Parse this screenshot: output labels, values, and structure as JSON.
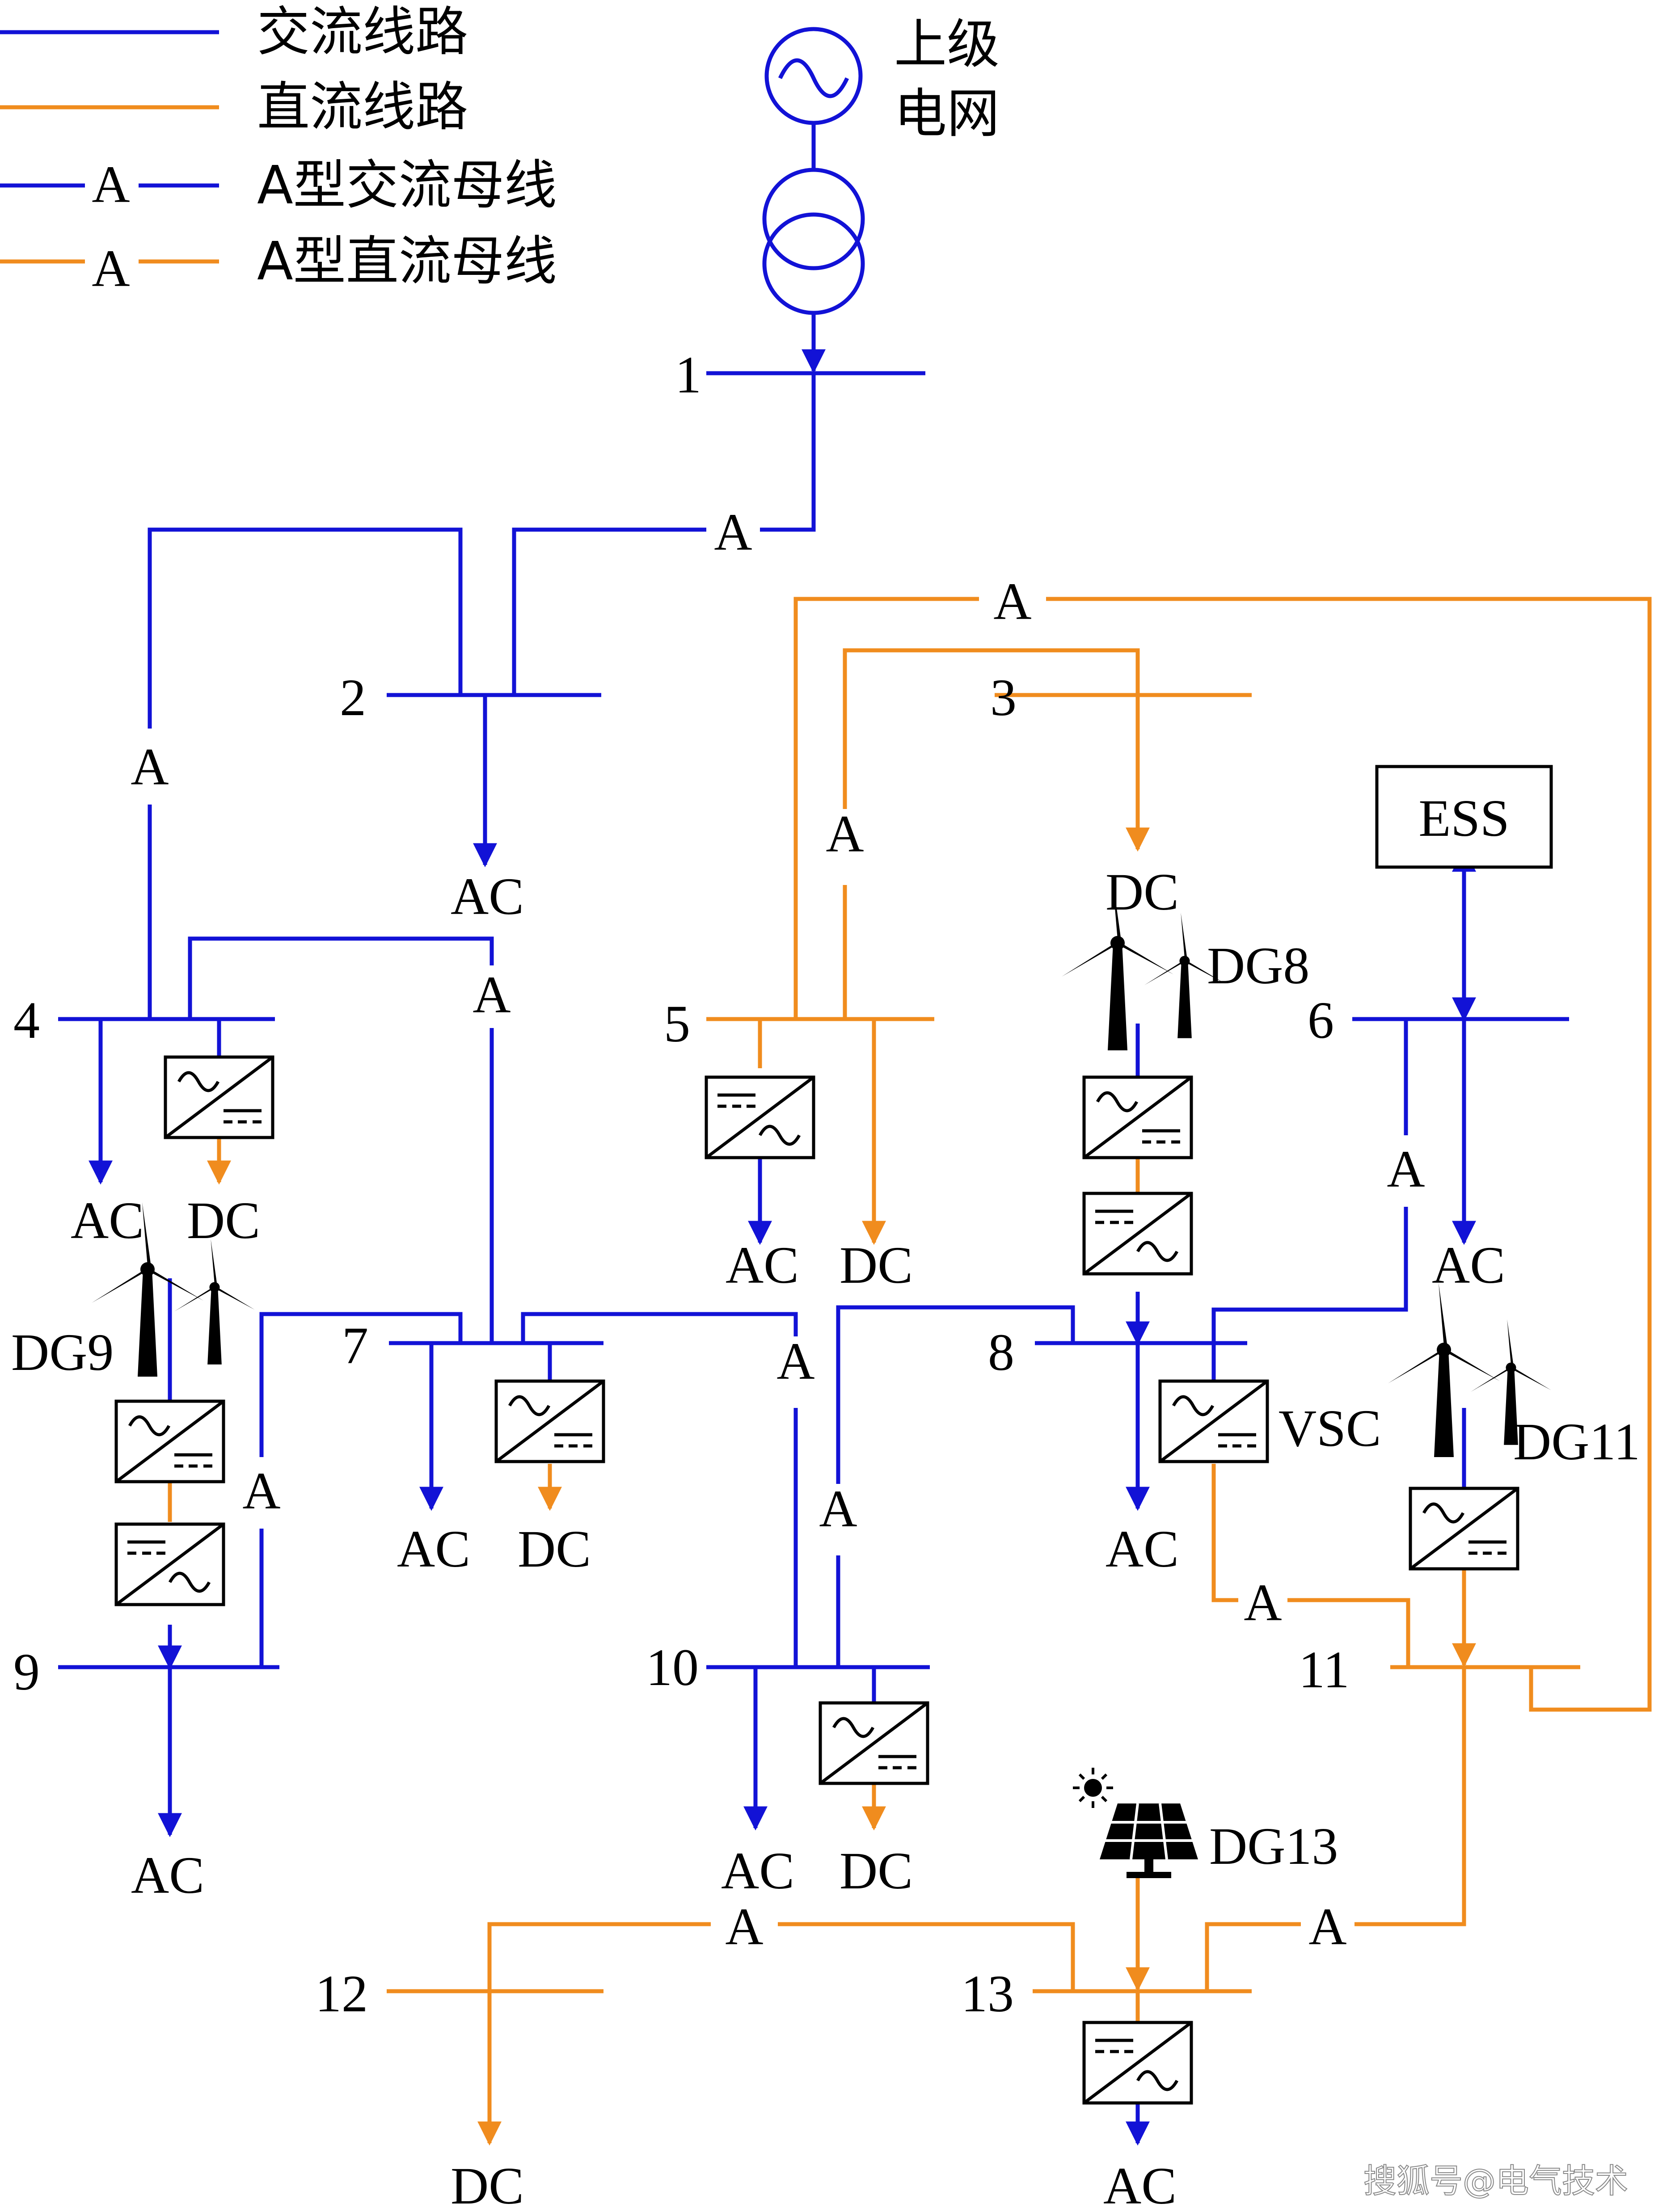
{
  "legend": {
    "ac_line": "交流线路",
    "dc_line": "直流线路",
    "a_ac_bus": "A型交流母线",
    "a_dc_bus": "A型直流母线",
    "marker": "A"
  },
  "grid": {
    "label_line1": "上级",
    "label_line2": "电网"
  },
  "buses": {
    "b1": "1",
    "b2": "2",
    "b3": "3",
    "b4": "4",
    "b5": "5",
    "b6": "6",
    "b7": "7",
    "b8": "8",
    "b9": "9",
    "b10": "10",
    "b11": "11",
    "b12": "12",
    "b13": "13"
  },
  "load_ac": "AC",
  "load_dc": "DC",
  "a_marker": "A",
  "components": {
    "ess": "ESS",
    "vsc": "VSC",
    "dg8": "DG8",
    "dg9": "DG9",
    "dg11": "DG11",
    "dg13": "DG13"
  },
  "watermark": "搜狐号@电气技术",
  "colors": {
    "ac": "#1212d6",
    "dc": "#f08c1e"
  }
}
